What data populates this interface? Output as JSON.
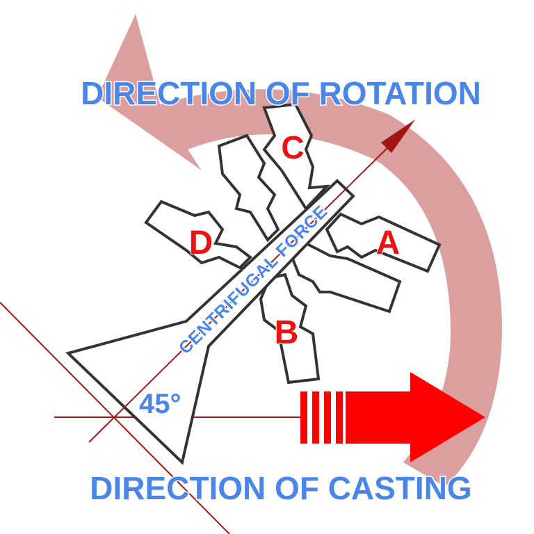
{
  "labels": {
    "rotation": "DIRECTION OF ROTATION",
    "casting": "DIRECTION OF CASTING",
    "force": "CENTRIFUGAL FORCE",
    "angle": "45°"
  },
  "parts": [
    {
      "id": "A",
      "label": "A"
    },
    {
      "id": "B",
      "label": "B"
    },
    {
      "id": "C",
      "label": "C"
    },
    {
      "id": "D",
      "label": "D"
    }
  ],
  "colors": {
    "rotation_arrow": "#d99a9a",
    "casting_arrow": "#ff0000",
    "force_arrow": "#a31515",
    "outline": "#333333",
    "text_blue": "#4a86e8",
    "letter_red": "#ee1111"
  },
  "icons": {
    "rotation": "curved-arrow-icon",
    "casting": "right-arrow-icon",
    "force": "diagonal-arrow-icon"
  }
}
